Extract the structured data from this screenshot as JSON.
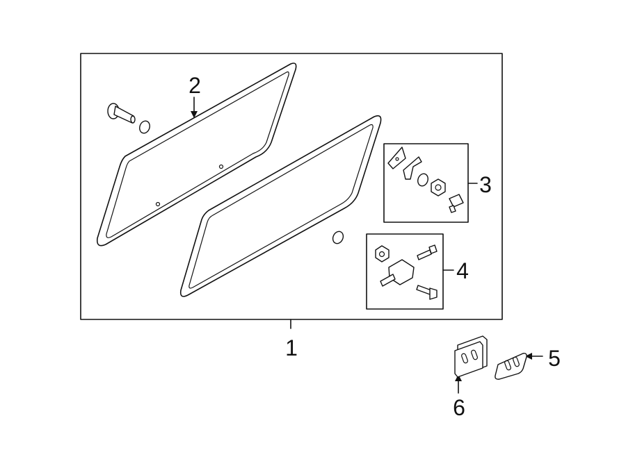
{
  "diagram": {
    "callouts": {
      "main_assembly": "1",
      "glass_panel": "2",
      "upper_hardware_kit": "3",
      "lower_hardware_kit": "4",
      "small_plate": "5",
      "bracket": "6"
    }
  }
}
